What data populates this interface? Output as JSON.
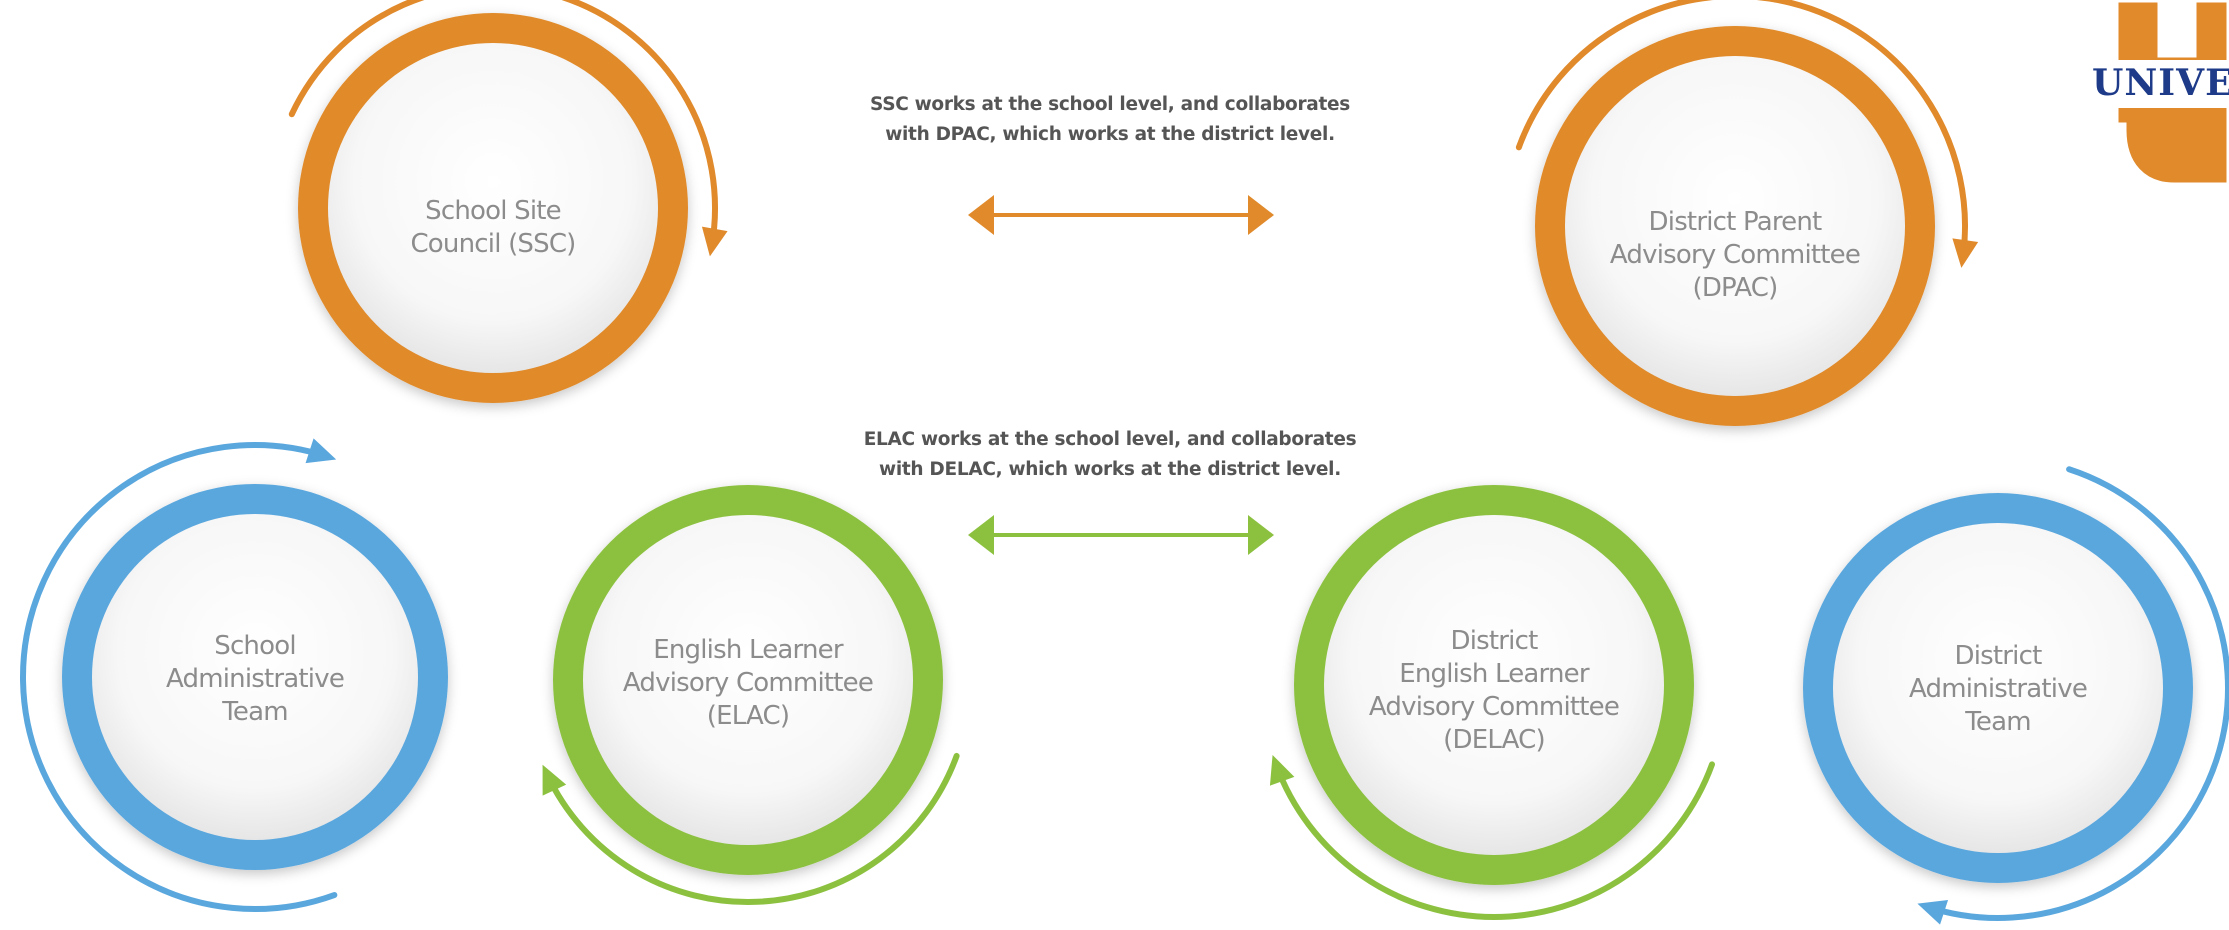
{
  "nodes": {
    "ssc": {
      "lines": [
        "School Site",
        "Council (SSC)"
      ],
      "color": "#e08a2b"
    },
    "dpac": {
      "lines": [
        "District Parent",
        "Advisory Committee",
        "(DPAC)"
      ],
      "color": "#e08a2b"
    },
    "sat": {
      "lines": [
        "School",
        "Administrative",
        "Team"
      ],
      "color": "#5aa7de"
    },
    "elac": {
      "lines": [
        "English Learner",
        "Advisory Committee",
        "(ELAC)"
      ],
      "color": "#8cc140"
    },
    "delac": {
      "lines": [
        "District",
        "English Learner",
        "Advisory Committee",
        "(DELAC)"
      ],
      "color": "#8cc140"
    },
    "dat": {
      "lines": [
        "District",
        "Administrative",
        "Team"
      ],
      "color": "#5aa7de"
    }
  },
  "captions": {
    "ssc_dpac": [
      "SSC works at the school level, and collaborates",
      "with DPAC, which works at the district level."
    ],
    "elac_delac": [
      "ELAC works at the school level, and collaborates",
      "with DELAC, which works at the district level."
    ]
  },
  "logo": {
    "text": "UNIVER",
    "color": "#1e3b8a",
    "accent": "#e08a2b"
  }
}
